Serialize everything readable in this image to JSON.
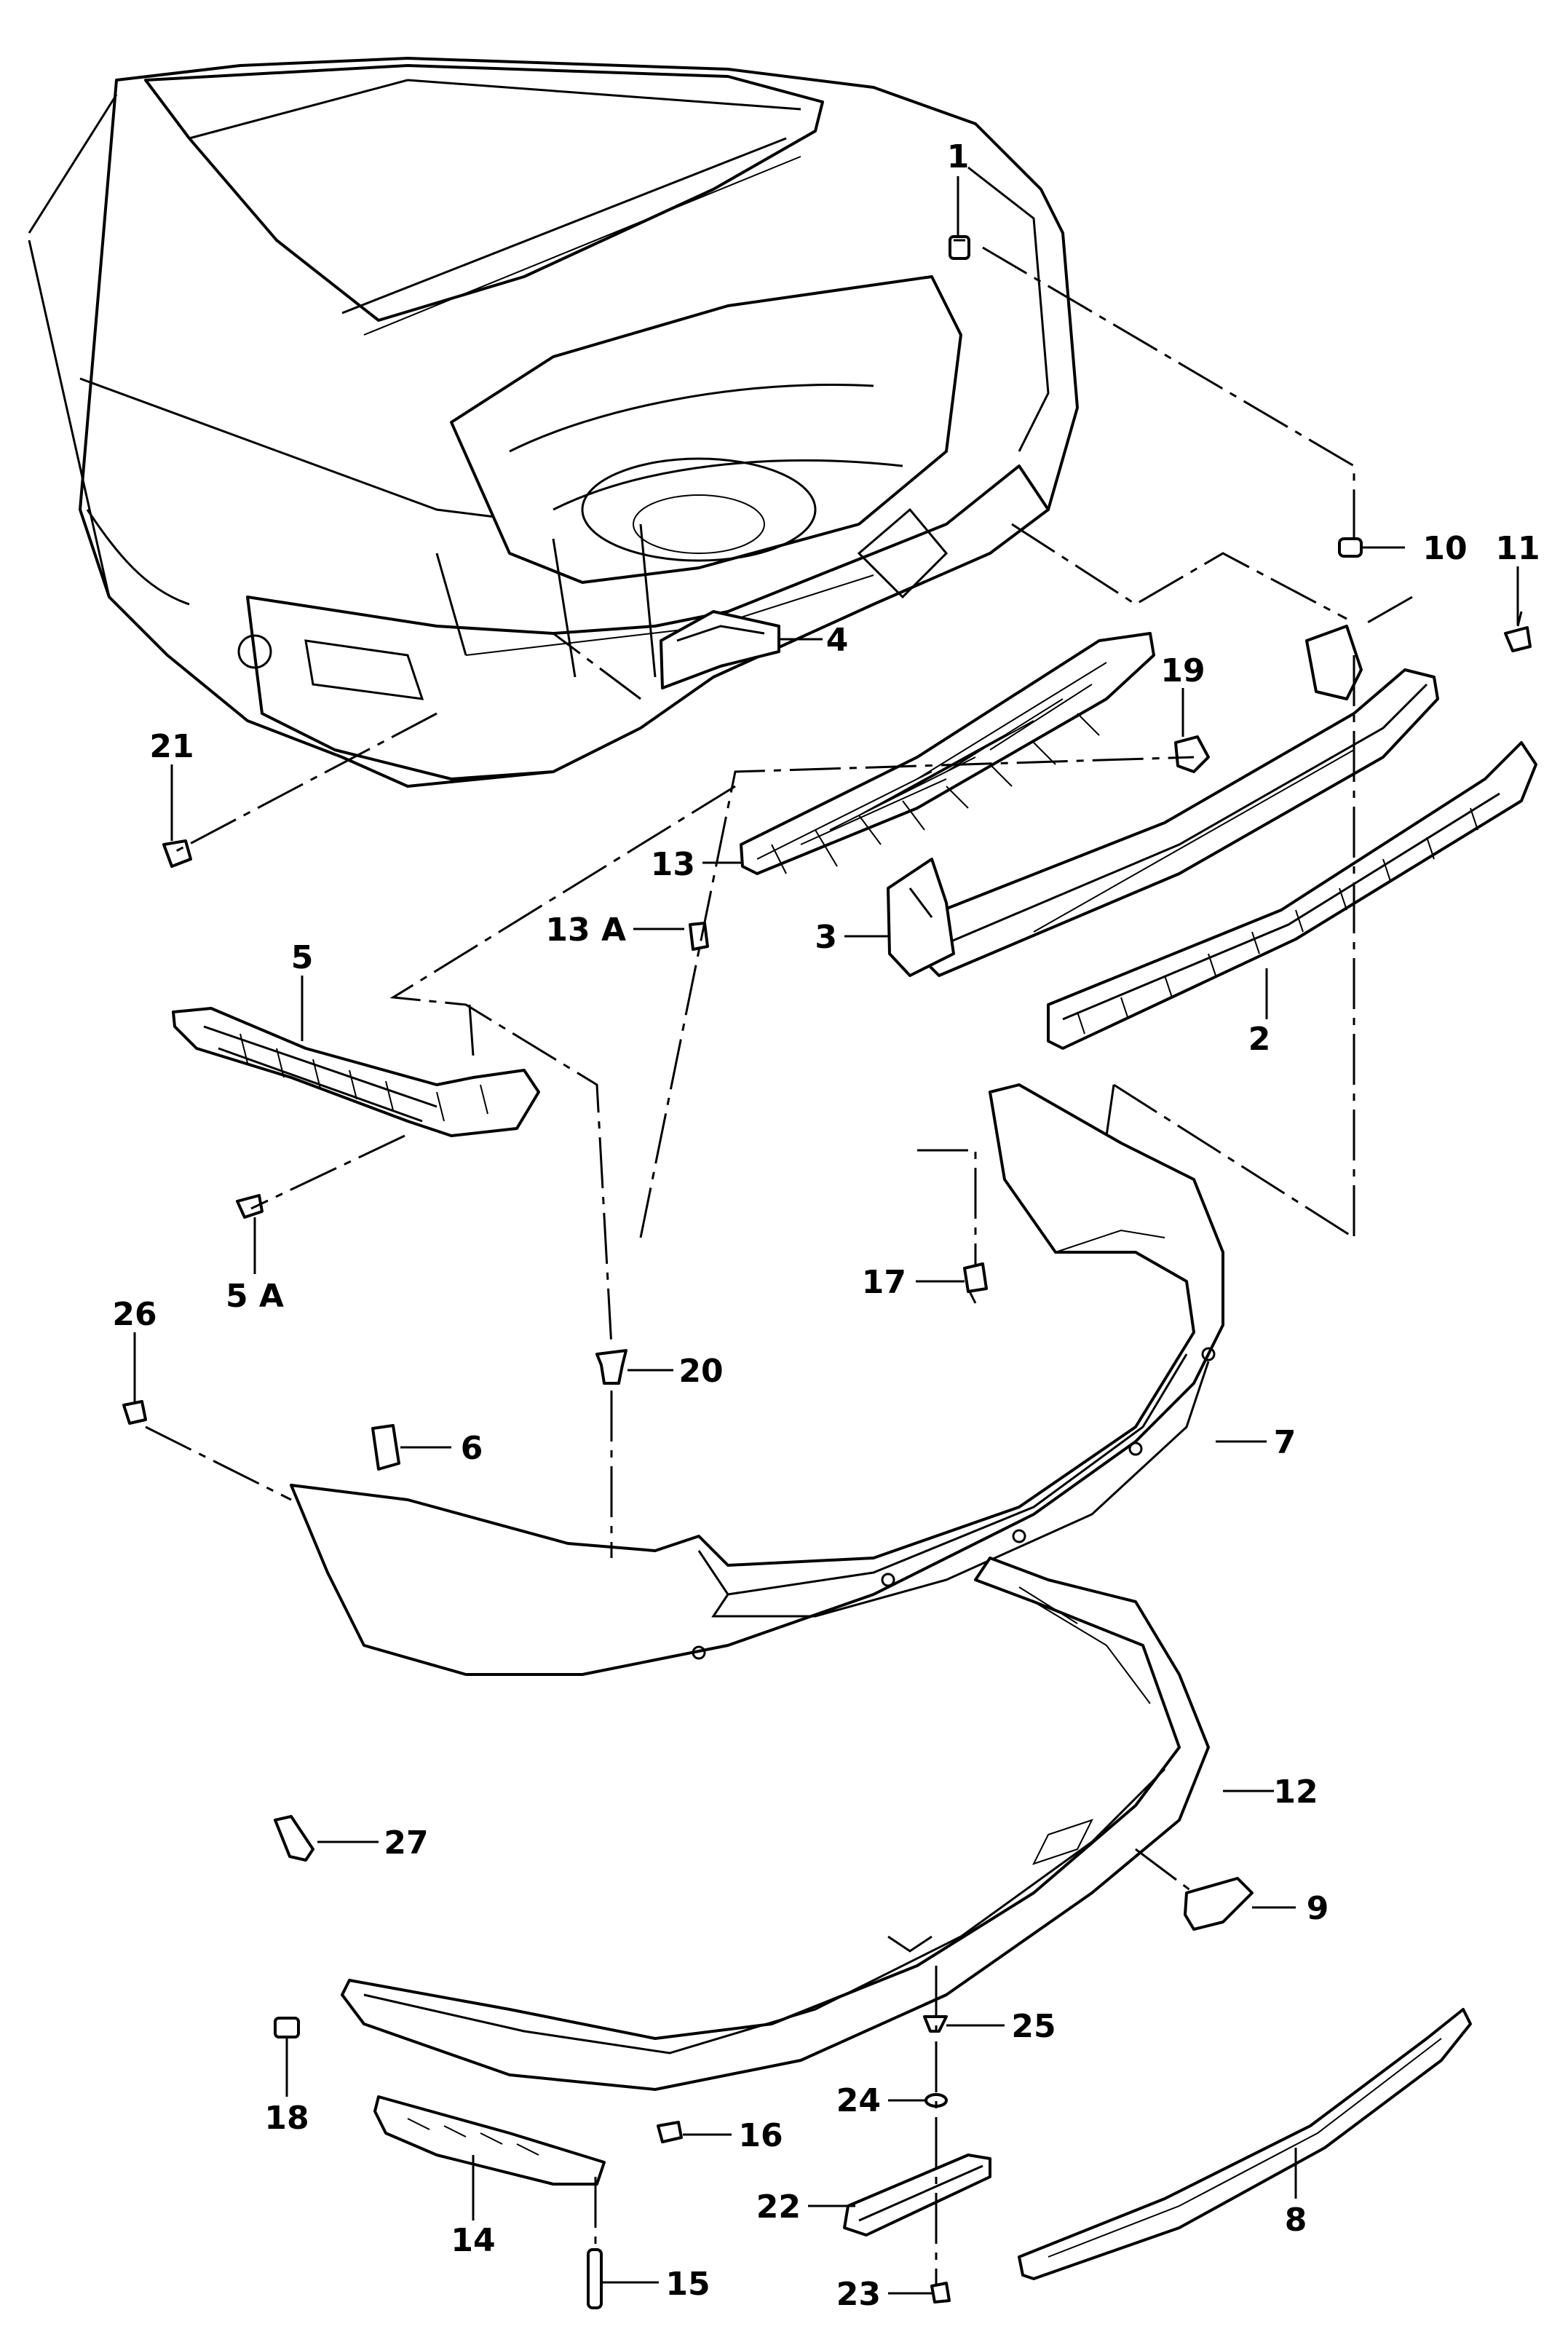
{
  "callouts": {
    "c1": "1",
    "c2": "2",
    "c3": "3",
    "c4": "4",
    "c5": "5",
    "c5a": "5 A",
    "c6": "6",
    "c7": "7",
    "c8": "8",
    "c9": "9",
    "c10": "10",
    "c11": "11",
    "c12": "12",
    "c13": "13",
    "c13a": "13 A",
    "c14": "14",
    "c15": "15",
    "c16": "16",
    "c17": "17",
    "c18": "18",
    "c19": "19",
    "c20": "20",
    "c21": "21",
    "c22": "22",
    "c23": "23",
    "c24": "24",
    "c25": "25",
    "c26": "26",
    "c27": "27"
  }
}
